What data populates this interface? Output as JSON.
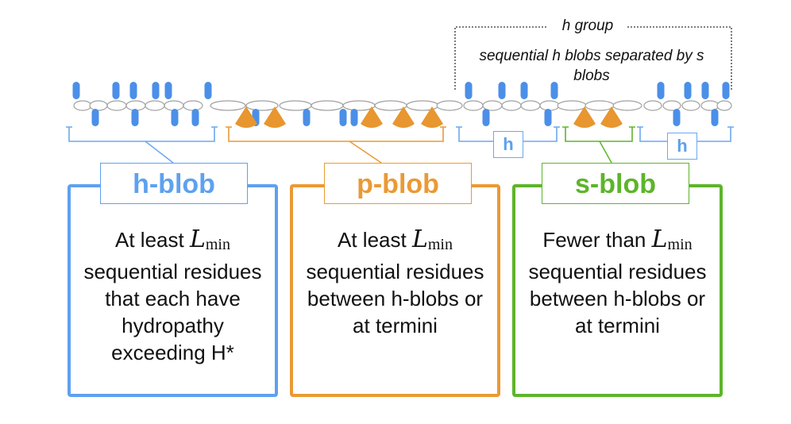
{
  "annotation": {
    "h_group_title": "h group",
    "h_group_desc": "sequential h blobs separated by s blobs",
    "mini_h_labels": [
      "h",
      "h"
    ]
  },
  "blobs": [
    {
      "title": "h-blob",
      "desc_pre": "At least",
      "L_symbol": "L",
      "L_sub": "min",
      "desc_post": "sequential residues that each have hydropathy exceeding H*",
      "color": "#5ea1ef"
    },
    {
      "title": "p-blob",
      "desc_pre": "At least",
      "L_symbol": "L",
      "L_sub": "min",
      "desc_post": "sequential residues between h-blobs or at termini",
      "color": "#ea9a34"
    },
    {
      "title": "s-blob",
      "desc_pre": "Fewer than",
      "L_symbol": "L",
      "L_sub": "min",
      "desc_post": "sequential residues between h-blobs or at termini",
      "color": "#5db52a"
    }
  ],
  "colors": {
    "hydrophobic": "#4b8fe8",
    "polar": "#e8962f",
    "backbone": "#a0a0a0",
    "h_bracket": "#6aa9ef",
    "p_bracket": "#ea9a34",
    "s_bracket": "#5db52a"
  }
}
